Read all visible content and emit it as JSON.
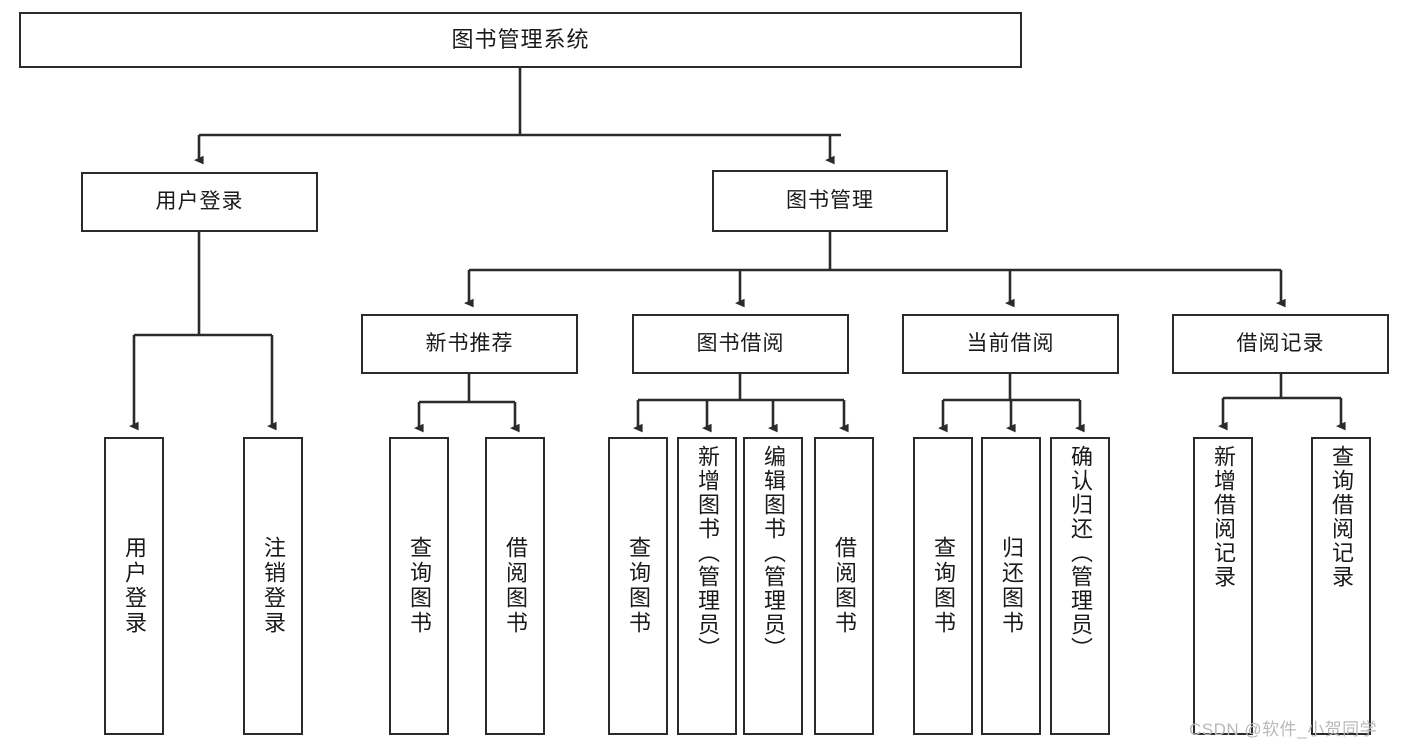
{
  "diagram": {
    "type": "tree-hierarchy",
    "title": "图书管理系统",
    "watermark": "CSDN @软件_小贺同学",
    "colors": {
      "stroke": "#2b2b2b",
      "fill": "#ffffff",
      "text": "#1a1a1a",
      "watermark": "#b9b9b9"
    },
    "nodes": {
      "root": {
        "label": "图书管理系统",
        "orientation": "horizontal"
      },
      "level2": [
        {
          "id": "user-login",
          "label": "用户登录",
          "orientation": "horizontal"
        },
        {
          "id": "book-management",
          "label": "图书管理",
          "orientation": "horizontal"
        }
      ],
      "level3": [
        {
          "id": "new-book-recommend",
          "label": "新书推荐",
          "orientation": "horizontal"
        },
        {
          "id": "book-borrow",
          "label": "图书借阅",
          "orientation": "horizontal"
        },
        {
          "id": "current-borrow",
          "label": "当前借阅",
          "orientation": "horizontal"
        },
        {
          "id": "borrow-record",
          "label": "借阅记录",
          "orientation": "horizontal"
        }
      ],
      "leaves": [
        {
          "id": "leaf-user-login",
          "label": "用户登录",
          "parent": "user-login",
          "orientation": "vertical"
        },
        {
          "id": "leaf-user-logout",
          "label": "注销登录",
          "parent": "user-login",
          "orientation": "vertical"
        },
        {
          "id": "leaf-query-book-1",
          "label": "查询图书",
          "parent": "new-book-recommend",
          "orientation": "vertical"
        },
        {
          "id": "leaf-borrow-book-1",
          "label": "借阅图书",
          "parent": "new-book-recommend",
          "orientation": "vertical"
        },
        {
          "id": "leaf-query-book-2",
          "label": "查询图书",
          "parent": "book-borrow",
          "orientation": "vertical"
        },
        {
          "id": "leaf-add-book",
          "label": "新增图书（管理员）",
          "parent": "book-borrow",
          "orientation": "vertical"
        },
        {
          "id": "leaf-edit-book",
          "label": "编辑图书（管理员）",
          "parent": "book-borrow",
          "orientation": "vertical"
        },
        {
          "id": "leaf-borrow-book-2",
          "label": "借阅图书",
          "parent": "book-borrow",
          "orientation": "vertical"
        },
        {
          "id": "leaf-query-book-3",
          "label": "查询图书",
          "parent": "current-borrow",
          "orientation": "vertical"
        },
        {
          "id": "leaf-return-book",
          "label": "归还图书",
          "parent": "current-borrow",
          "orientation": "vertical"
        },
        {
          "id": "leaf-confirm-return",
          "label": "确认归还（管理员）",
          "parent": "current-borrow",
          "orientation": "vertical"
        },
        {
          "id": "leaf-add-record",
          "label": "新增借阅记录",
          "parent": "borrow-record",
          "orientation": "vertical"
        },
        {
          "id": "leaf-query-record",
          "label": "查询借阅记录",
          "parent": "borrow-record",
          "orientation": "vertical"
        }
      ]
    }
  }
}
